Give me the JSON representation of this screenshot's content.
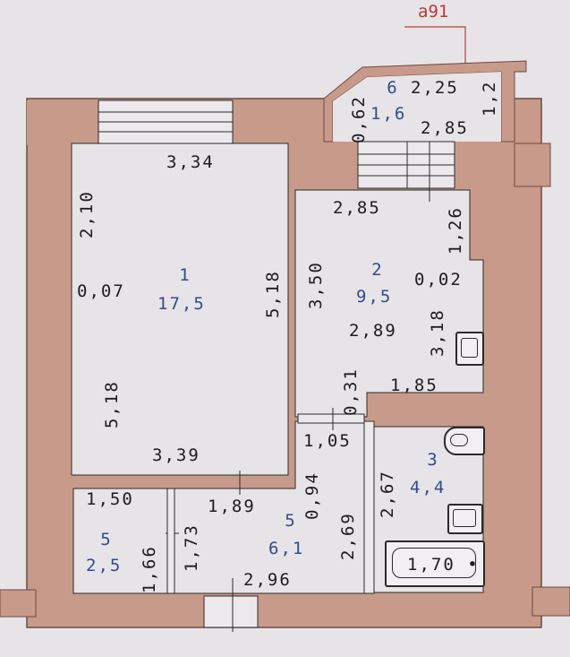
{
  "cadastral_ref": "a91",
  "colors": {
    "wall_fill": "#c89a8a",
    "wall_stroke": "#6b4a42",
    "room_fill": "#e7e4e7",
    "dimension_text": "#1d1b23",
    "room_label": "#2f4c93",
    "reference_label": "#b83a3a"
  },
  "rooms": [
    {
      "number": "1",
      "area": "17,5"
    },
    {
      "number": "2",
      "area": "9,5"
    },
    {
      "number": "3",
      "area": "4,4"
    },
    {
      "number": "5",
      "area": "6,1"
    },
    {
      "number": "5",
      "area": "2,5"
    },
    {
      "number": "6",
      "area": "1,6"
    }
  ],
  "dimensions": {
    "r1_top": "3,34",
    "r1_left_top": "2,10",
    "r1_left_mid": "0,07",
    "r1_left_bottom": "5,18",
    "r1_right": "5,18",
    "r1_bottom": "3,39",
    "r2_top": "2,85",
    "r2_left": "3,50",
    "r2_right_top": "1,26",
    "r2_right_mid": "0,02",
    "r2_width": "2,89",
    "r2_right_bottom": "3,18",
    "r2_step": "0,31",
    "r2_bottom": "1,85",
    "r6_left": "0,62",
    "r6_top": "2,25",
    "r6_right": "1,2",
    "r6_bottom": "2,85",
    "hall_top": "1,05",
    "hall_left_a": "0,94",
    "hall_left_b": "2,69",
    "r3_left": "2,67",
    "r5a_top": "1,50",
    "r5a_height": "1,66",
    "hall_top_width": "1,89",
    "hall_left_height": "1,73",
    "hall_bottom": "2,96",
    "bath_length": "1,70"
  },
  "fixtures": [
    "washbasin-icon",
    "toilet-icon",
    "sink-icon",
    "bathtub-icon"
  ]
}
